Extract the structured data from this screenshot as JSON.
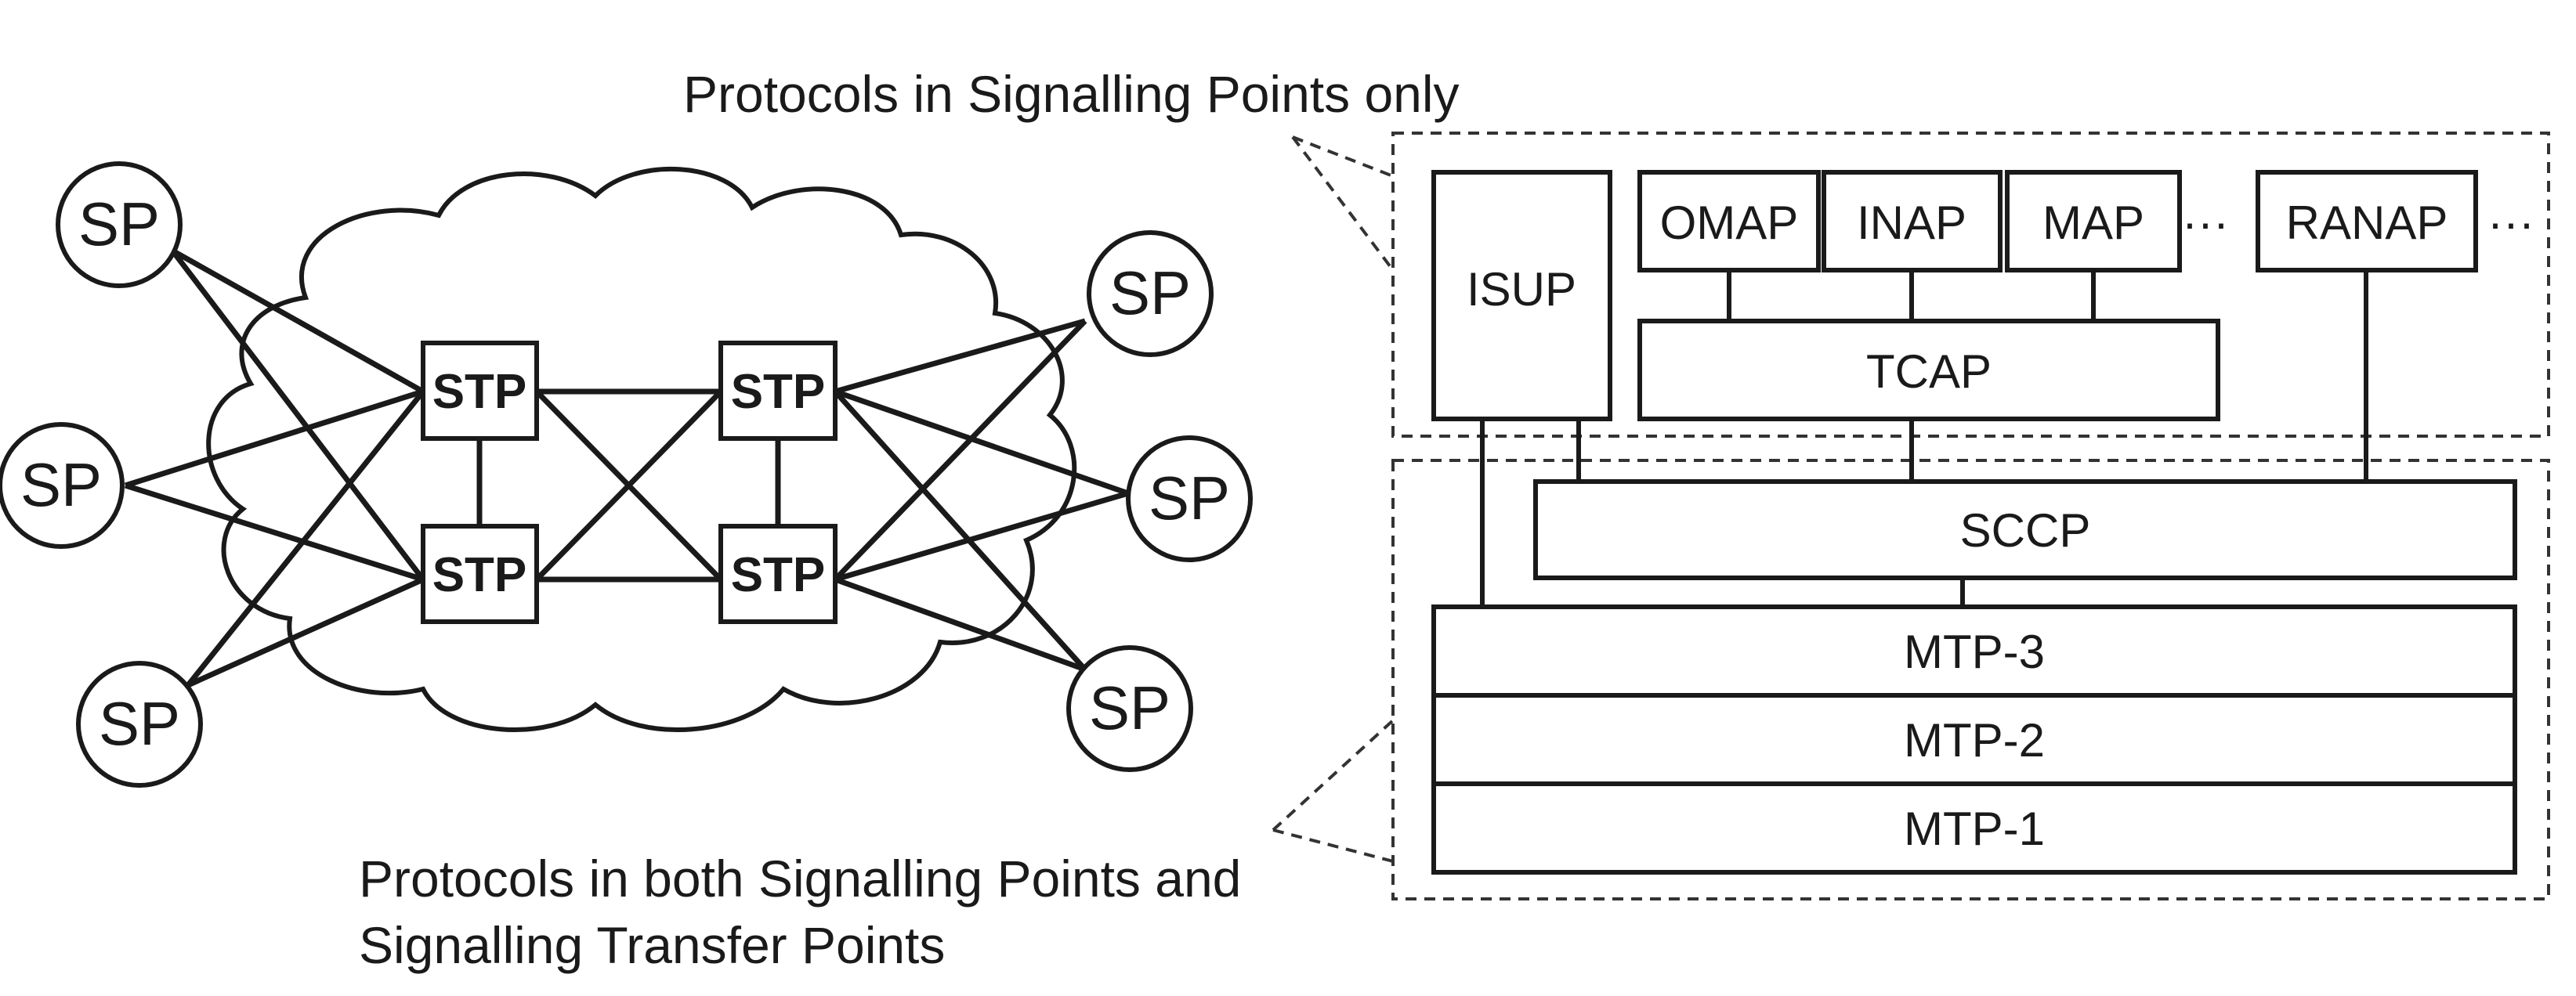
{
  "network": {
    "sp_label": "SP",
    "stp_label": "STP"
  },
  "captions": {
    "top": "Protocols in Signalling Points only",
    "bottom_line1": "Protocols in both Signalling Points and",
    "bottom_line2": "Signalling Transfer Points"
  },
  "stack": {
    "isup": "ISUP",
    "omap": "OMAP",
    "inap": "INAP",
    "map": "MAP",
    "ellipsis1": "···",
    "ranap": "RANAP",
    "ellipsis2": "···",
    "tcap": "TCAP",
    "sccp": "SCCP",
    "mtp3": "MTP-3",
    "mtp2": "MTP-2",
    "mtp1": "MTP-1"
  }
}
